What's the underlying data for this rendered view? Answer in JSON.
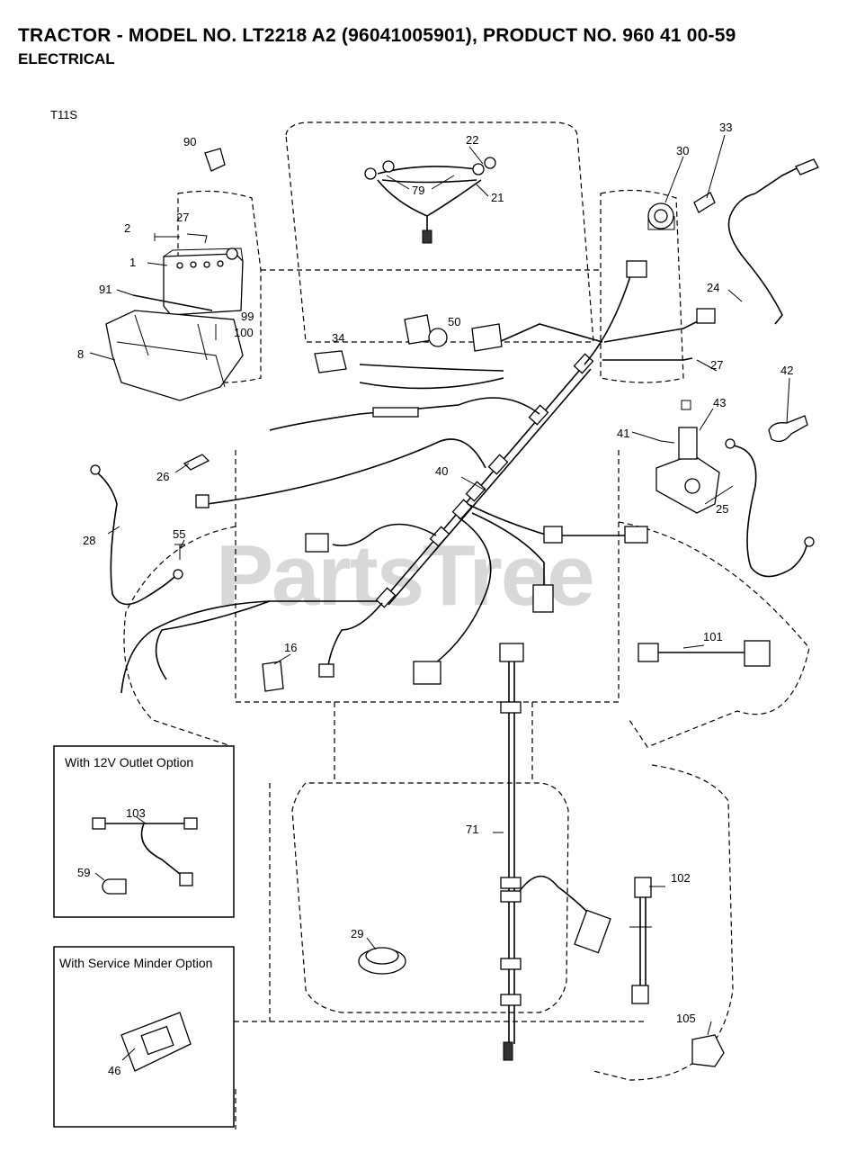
{
  "header": {
    "title": "TRACTOR - MODEL NO. LT2218 A2 (96041005901), PRODUCT NO. 960 41 00-59",
    "subtitle": "ELECTRICAL",
    "diagram_code": "T11S"
  },
  "watermark": "PartsTree",
  "part_labels": [
    "90",
    "22",
    "79",
    "21",
    "30",
    "33",
    "2",
    "27",
    "1",
    "91",
    "99",
    "100",
    "8",
    "24",
    "34",
    "50",
    "27",
    "42",
    "41",
    "43",
    "40",
    "26",
    "25",
    "28",
    "55",
    "16",
    "101",
    "71",
    "102",
    "29",
    "105",
    "103",
    "59",
    "46"
  ],
  "option_boxes": {
    "outlet": {
      "title": "With 12V Outlet Option",
      "parts": [
        "103",
        "59"
      ]
    },
    "service_minder": {
      "title": "With Service Minder Option",
      "parts": [
        "46"
      ]
    }
  }
}
